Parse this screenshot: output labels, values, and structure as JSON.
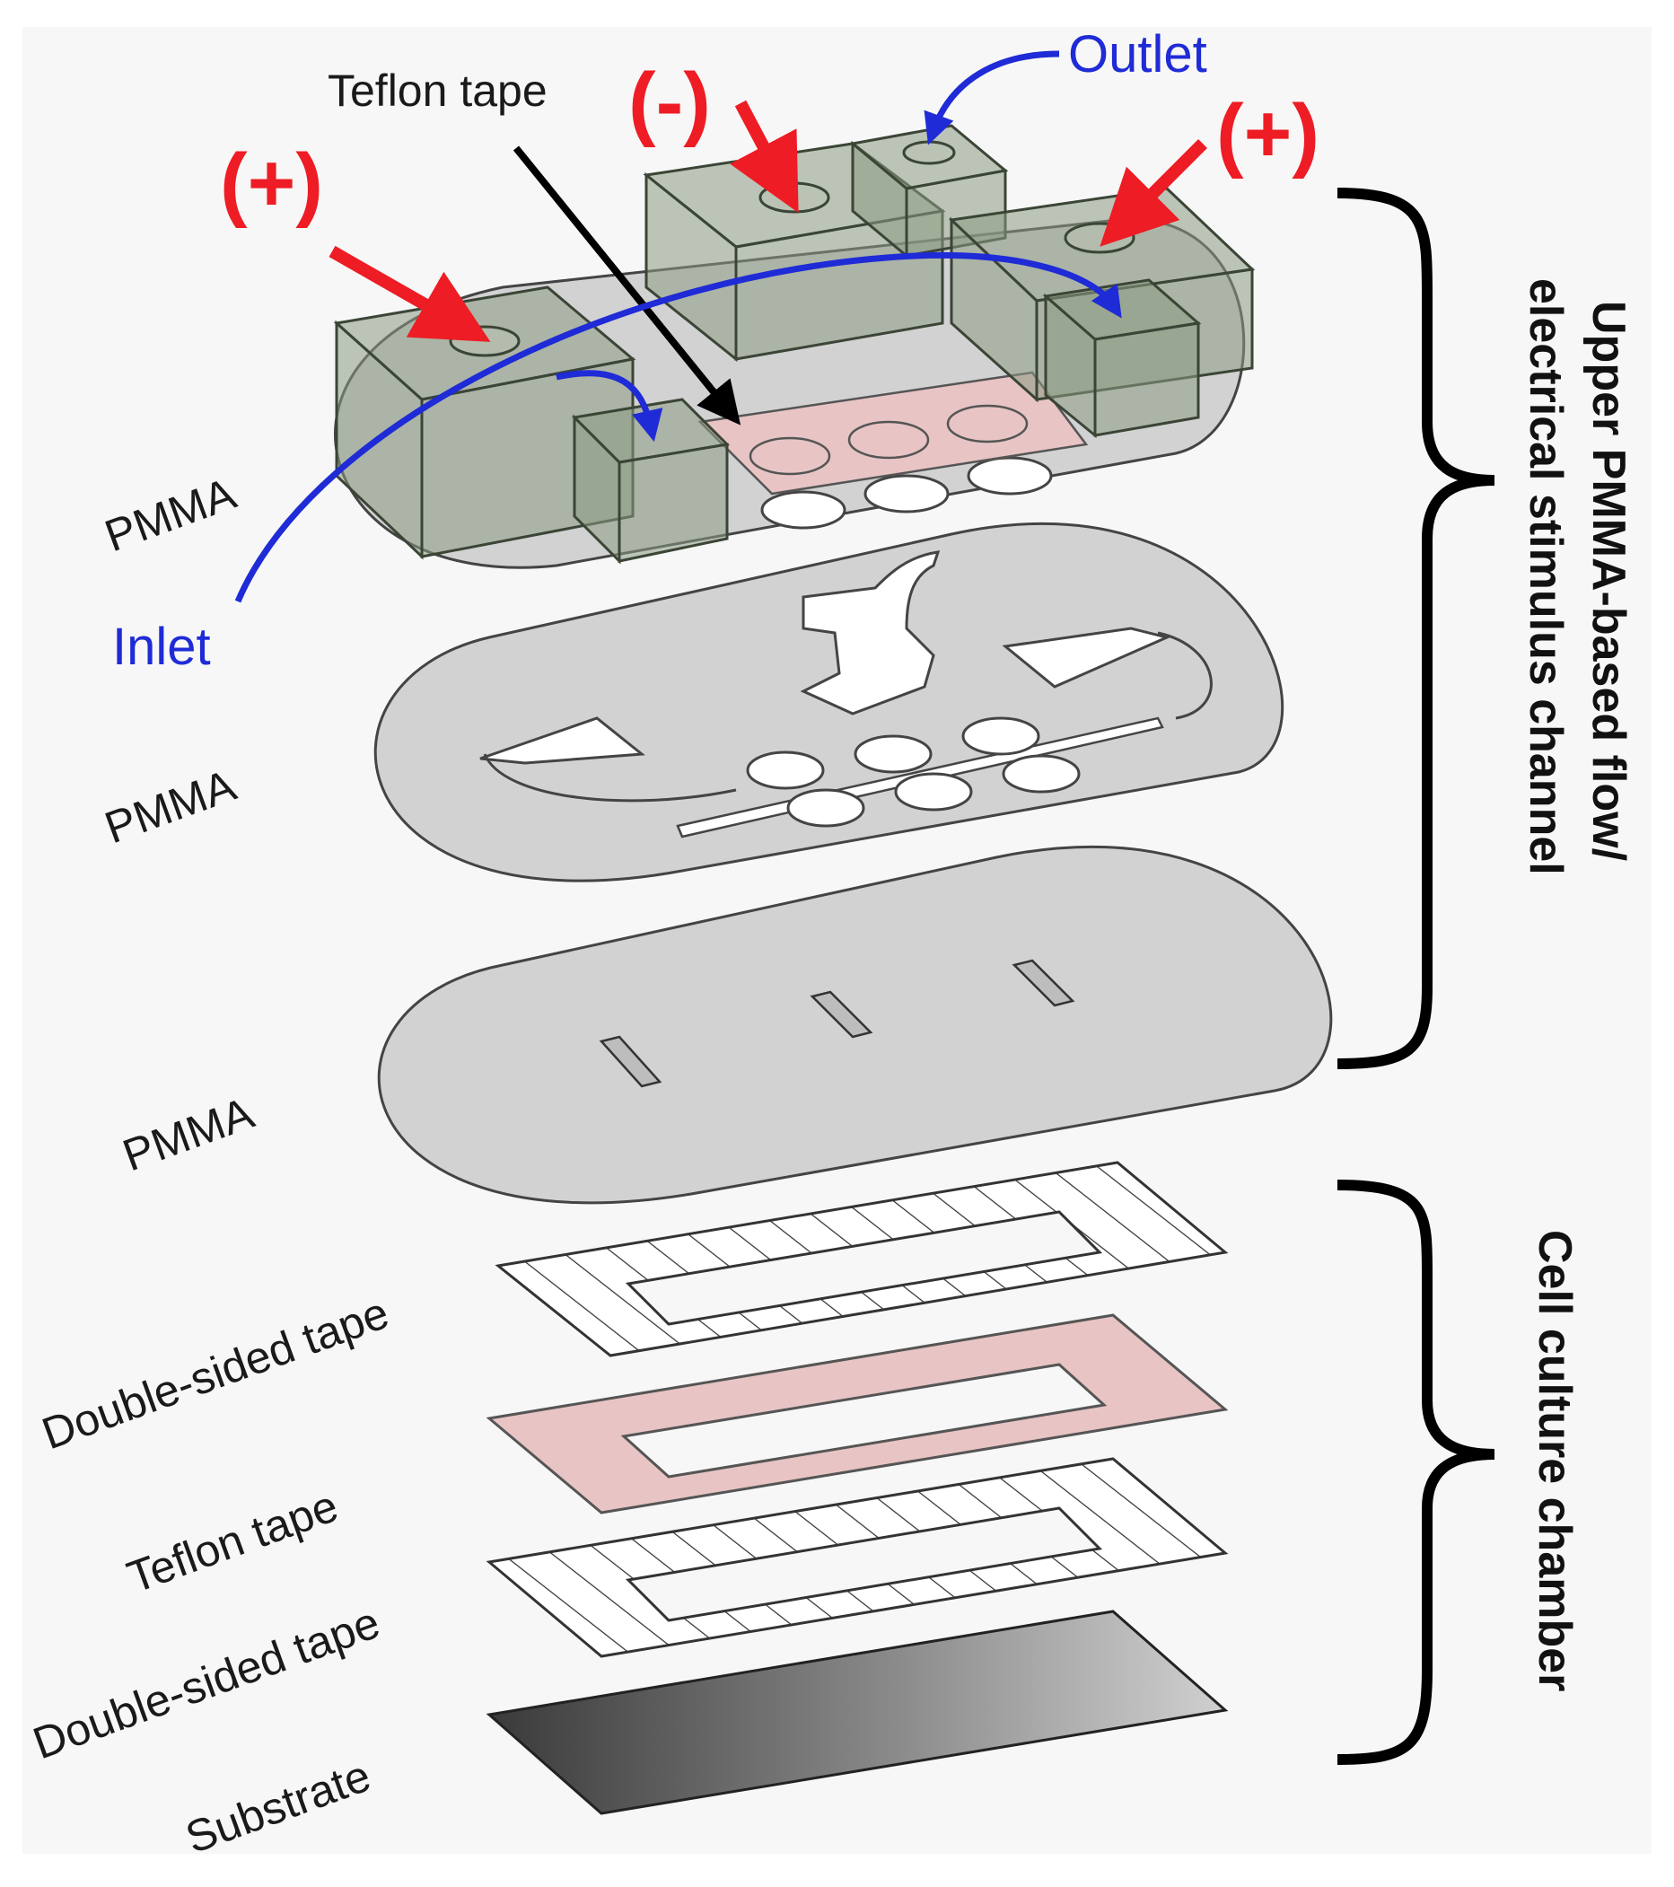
{
  "labels": {
    "teflon_top": "Teflon tape",
    "minus": "(-)",
    "outlet": "Outlet",
    "plus_left": "(+)",
    "plus_right": "(+)",
    "inlet": "Inlet",
    "pmma_1": "PMMA",
    "pmma_2": "PMMA",
    "pmma_3": "PMMA",
    "double_sided_1": "Double-sided tape",
    "teflon_bottom": "Teflon tape",
    "double_sided_2": "Double-sided tape",
    "substrate": "Substrate"
  },
  "groups": {
    "upper_line1": "Upper PMMA-based flow/",
    "upper_line2": "electrical stimulus channel",
    "lower": "Cell culture chamber"
  },
  "colors": {
    "electrode_arrow": "#ee1c24",
    "flow_arrow": "#1f2bd6",
    "teflon": "#e8c4c4",
    "pmma": "#d4d4d4",
    "block": "#8a9a82"
  }
}
